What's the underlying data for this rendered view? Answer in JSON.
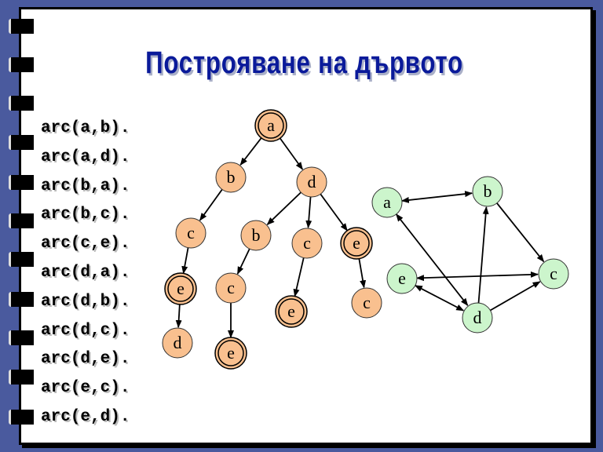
{
  "title": "Построяване на дървото",
  "facts": [
    "arc(a,b).",
    "arc(a,d).",
    "arc(b,a).",
    "arc(b,c).",
    "arc(c,e).",
    "arc(d,a).",
    "arc(d,b).",
    "arc(d,c).",
    "arc(d,e).",
    "arc(e,c).",
    "arc(e,d)."
  ],
  "colors": {
    "tree_node": "#f9c08f",
    "graph_node": "#ccf5cc",
    "accent": "#0a1a9a"
  },
  "tree": {
    "nodes": [
      {
        "id": "a",
        "label": "a",
        "goal": true
      },
      {
        "id": "b1",
        "label": "b"
      },
      {
        "id": "d1",
        "label": "d"
      },
      {
        "id": "c1",
        "label": "c"
      },
      {
        "id": "b2",
        "label": "b"
      },
      {
        "id": "c2",
        "label": "c"
      },
      {
        "id": "e1",
        "label": "e",
        "goal": true
      },
      {
        "id": "e2",
        "label": "e",
        "goal": true
      },
      {
        "id": "c3",
        "label": "c"
      },
      {
        "id": "e3",
        "label": "e",
        "goal": true
      },
      {
        "id": "c4",
        "label": "c"
      },
      {
        "id": "d2",
        "label": "d"
      },
      {
        "id": "e4",
        "label": "e",
        "goal": true
      }
    ],
    "edges": [
      [
        "a",
        "b1"
      ],
      [
        "a",
        "d1"
      ],
      [
        "b1",
        "c1"
      ],
      [
        "d1",
        "b2"
      ],
      [
        "d1",
        "c2"
      ],
      [
        "d1",
        "e1"
      ],
      [
        "c1",
        "e2"
      ],
      [
        "b2",
        "c3"
      ],
      [
        "c2",
        "e3"
      ],
      [
        "e1",
        "c4"
      ],
      [
        "e2",
        "d2"
      ],
      [
        "c3",
        "e4"
      ]
    ]
  },
  "graph": {
    "nodes": [
      {
        "id": "a",
        "label": "a"
      },
      {
        "id": "b",
        "label": "b"
      },
      {
        "id": "c",
        "label": "c"
      },
      {
        "id": "d",
        "label": "d"
      },
      {
        "id": "e",
        "label": "e"
      }
    ],
    "edges": [
      [
        "a",
        "b",
        true
      ],
      [
        "b",
        "c",
        false
      ],
      [
        "a",
        "d",
        true
      ],
      [
        "d",
        "b",
        false
      ],
      [
        "e",
        "c",
        true
      ],
      [
        "e",
        "d",
        true
      ],
      [
        "d",
        "c",
        false
      ]
    ]
  }
}
